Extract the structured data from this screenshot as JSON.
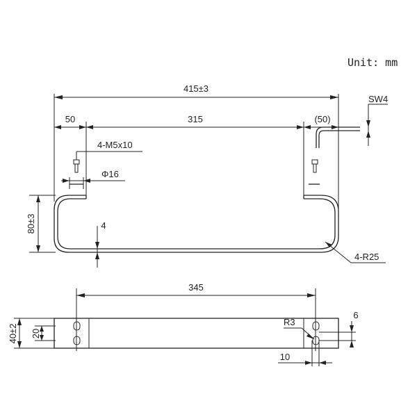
{
  "unit_label": "Unit: mm",
  "dimensions": {
    "overall_length": "415±3",
    "left_leg": "50",
    "span": "315",
    "right_leg": "(50)",
    "screw": "4-M5x10",
    "diameter": "Φ16",
    "wrench": "SW4",
    "height": "80±3",
    "thickness": "4",
    "bend_radius": "4-R25",
    "hole_spacing": "345",
    "slot_radius": "R3",
    "slot_width": "6",
    "slot_length": "10",
    "width_total": "40±2",
    "width_inner": "20"
  }
}
